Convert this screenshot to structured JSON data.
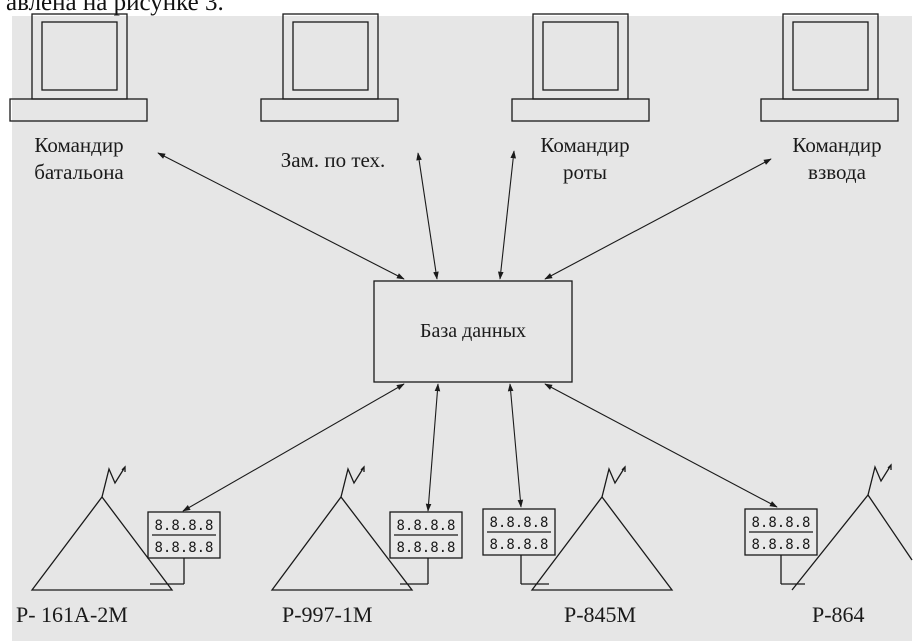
{
  "caption": "авлена на рисунке 3.",
  "roles": [
    {
      "line1": "Командир",
      "line2": "батальона"
    },
    {
      "line1": "Зам. по тех.",
      "line2": ""
    },
    {
      "line1": "Командир",
      "line2": "роты"
    },
    {
      "line1": "Командир",
      "line2": "взвода"
    }
  ],
  "database_label": "База данных",
  "stations": [
    {
      "label": "Р- 161А-2М",
      "display_row1": "8.8.8.8",
      "display_row2": "8.8.8.8"
    },
    {
      "label": "Р-997-1М",
      "display_row1": "8.8.8.8",
      "display_row2": "8.8.8.8"
    },
    {
      "label": "Р-845М",
      "display_row1": "8.8.8.8",
      "display_row2": "8.8.8.8"
    },
    {
      "label": "Р-864",
      "display_row1": "8.8.8.8",
      "display_row2": "8.8.8.8"
    }
  ],
  "colors": {
    "panel": "#e6e6e6",
    "line": "#1a1a1a"
  }
}
